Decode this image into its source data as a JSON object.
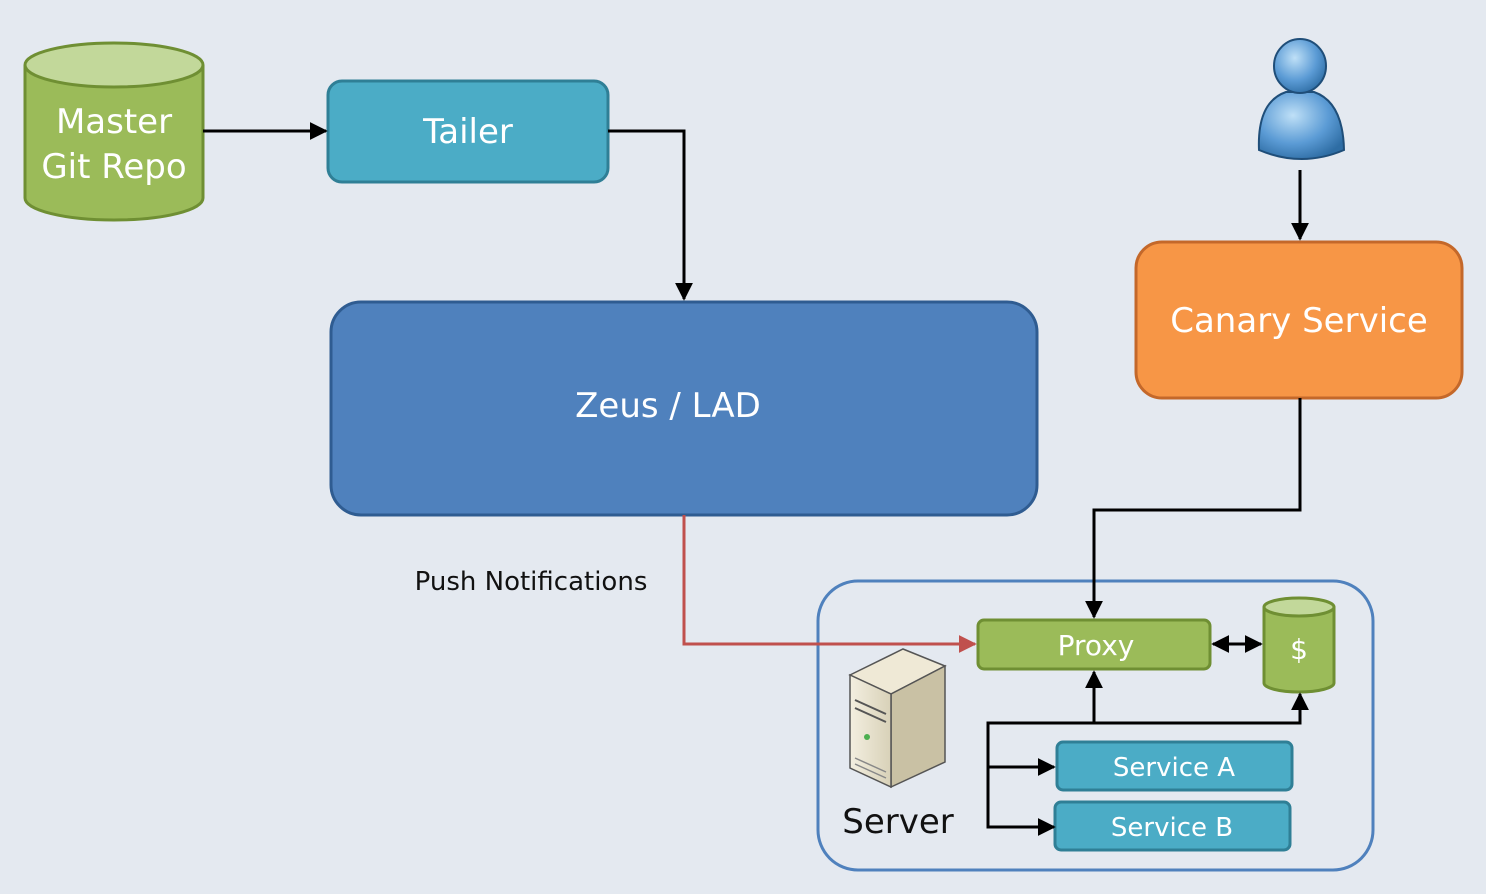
{
  "nodes": {
    "master_repo": "Master",
    "master_repo_line2": "Git Repo",
    "tailer": "Tailer",
    "zeus": "Zeus / LAD",
    "canary": "Canary Service",
    "proxy": "Proxy",
    "cache": "$",
    "service_a": "Service A",
    "service_b": "Service B",
    "server": "Server"
  },
  "edges": {
    "push_notifications": "Push Notifications"
  },
  "colors": {
    "background": "#e4e9f0",
    "repo_green": "#9bbb59",
    "tailer_teal": "#4bacc6",
    "zeus_blue": "#4f81bd",
    "canary_orange": "#f79646",
    "push_red": "#c0504d",
    "server_group_border": "#4f81bd"
  },
  "icons": {
    "user": "user-icon",
    "server": "server-icon"
  }
}
